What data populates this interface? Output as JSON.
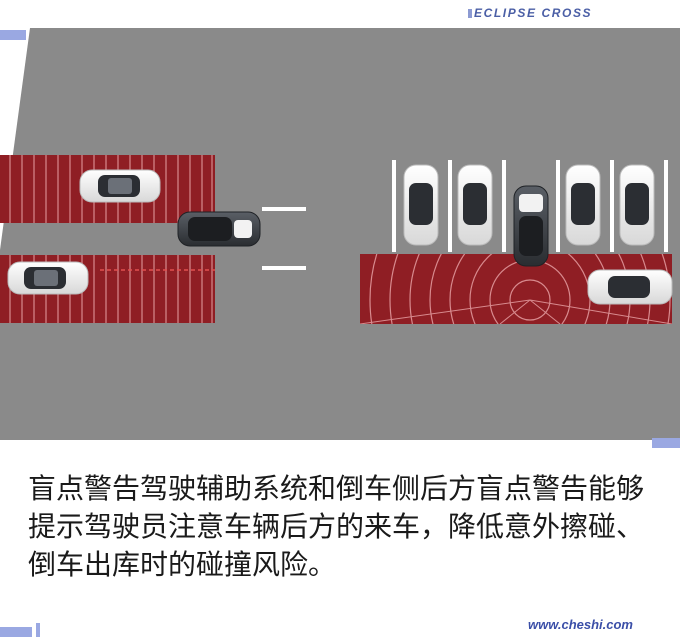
{
  "brand": {
    "model": "ECLIPSE CROSS"
  },
  "caption": {
    "text": "盲点警告驾驶辅助系统和倒车侧后方盲点警告能够提示驾驶员注意车辆后方的来车，降低意外擦碰、倒车出库时的碰撞风险。"
  },
  "footer": {
    "url": "www.cheshi.com"
  },
  "colors": {
    "road": "#8a8a8a",
    "zone": "#8f1e24",
    "brand": "#4b5fa6",
    "accent_bar": "#9aa8e2"
  },
  "illustrations": {
    "left_scene": "blind-spot-warning",
    "right_scene": "rear-cross-traffic-alert"
  }
}
